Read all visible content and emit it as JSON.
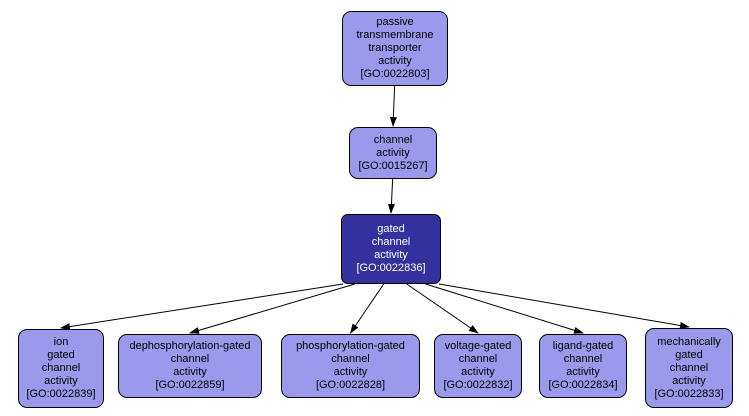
{
  "colors": {
    "background": "#ffffff",
    "node_fill": "#9a99ec",
    "node_selected_fill": "#32319d",
    "node_border": "#000000",
    "node_text": "#000000",
    "node_selected_text": "#ffffff",
    "edge": "#000000"
  },
  "nodes": [
    {
      "key": "passive-transmembrane-transporter-activity",
      "name": "passive\ntransmembrane\ntransporter\nactivity",
      "id": "[GO:0022803]",
      "selected": false
    },
    {
      "key": "channel-activity",
      "name": "channel\nactivity",
      "id": "[GO:0015267]",
      "selected": false
    },
    {
      "key": "gated-channel-activity",
      "name": "gated\nchannel\nactivity",
      "id": "[GO:0022836]",
      "selected": true
    },
    {
      "key": "ion-gated-channel-activity",
      "name": "ion\ngated\nchannel\nactivity",
      "id": "[GO:0022839]",
      "selected": false
    },
    {
      "key": "dephosphorylation-gated-channel-activity",
      "name": "dephosphorylation-gated\nchannel\nactivity",
      "id": "[GO:0022859]",
      "selected": false
    },
    {
      "key": "phosphorylation-gated-channel-activity",
      "name": "phosphorylation-gated\nchannel\nactivity",
      "id": "[GO:0022828]",
      "selected": false
    },
    {
      "key": "voltage-gated-channel-activity",
      "name": "voltage-gated\nchannel\nactivity",
      "id": "[GO:0022832]",
      "selected": false
    },
    {
      "key": "ligand-gated-channel-activity",
      "name": "ligand-gated\nchannel\nactivity",
      "id": "[GO:0022834]",
      "selected": false
    },
    {
      "key": "mechanically-gated-channel-activity",
      "name": "mechanically\ngated\nchannel\nactivity",
      "id": "[GO:0022833]",
      "selected": false
    }
  ],
  "edges": [
    {
      "from": "passive-transmembrane-transporter-activity",
      "to": "channel-activity"
    },
    {
      "from": "channel-activity",
      "to": "gated-channel-activity"
    },
    {
      "from": "gated-channel-activity",
      "to": "ion-gated-channel-activity"
    },
    {
      "from": "gated-channel-activity",
      "to": "dephosphorylation-gated-channel-activity"
    },
    {
      "from": "gated-channel-activity",
      "to": "phosphorylation-gated-channel-activity"
    },
    {
      "from": "gated-channel-activity",
      "to": "voltage-gated-channel-activity"
    },
    {
      "from": "gated-channel-activity",
      "to": "ligand-gated-channel-activity"
    },
    {
      "from": "gated-channel-activity",
      "to": "mechanically-gated-channel-activity"
    }
  ]
}
